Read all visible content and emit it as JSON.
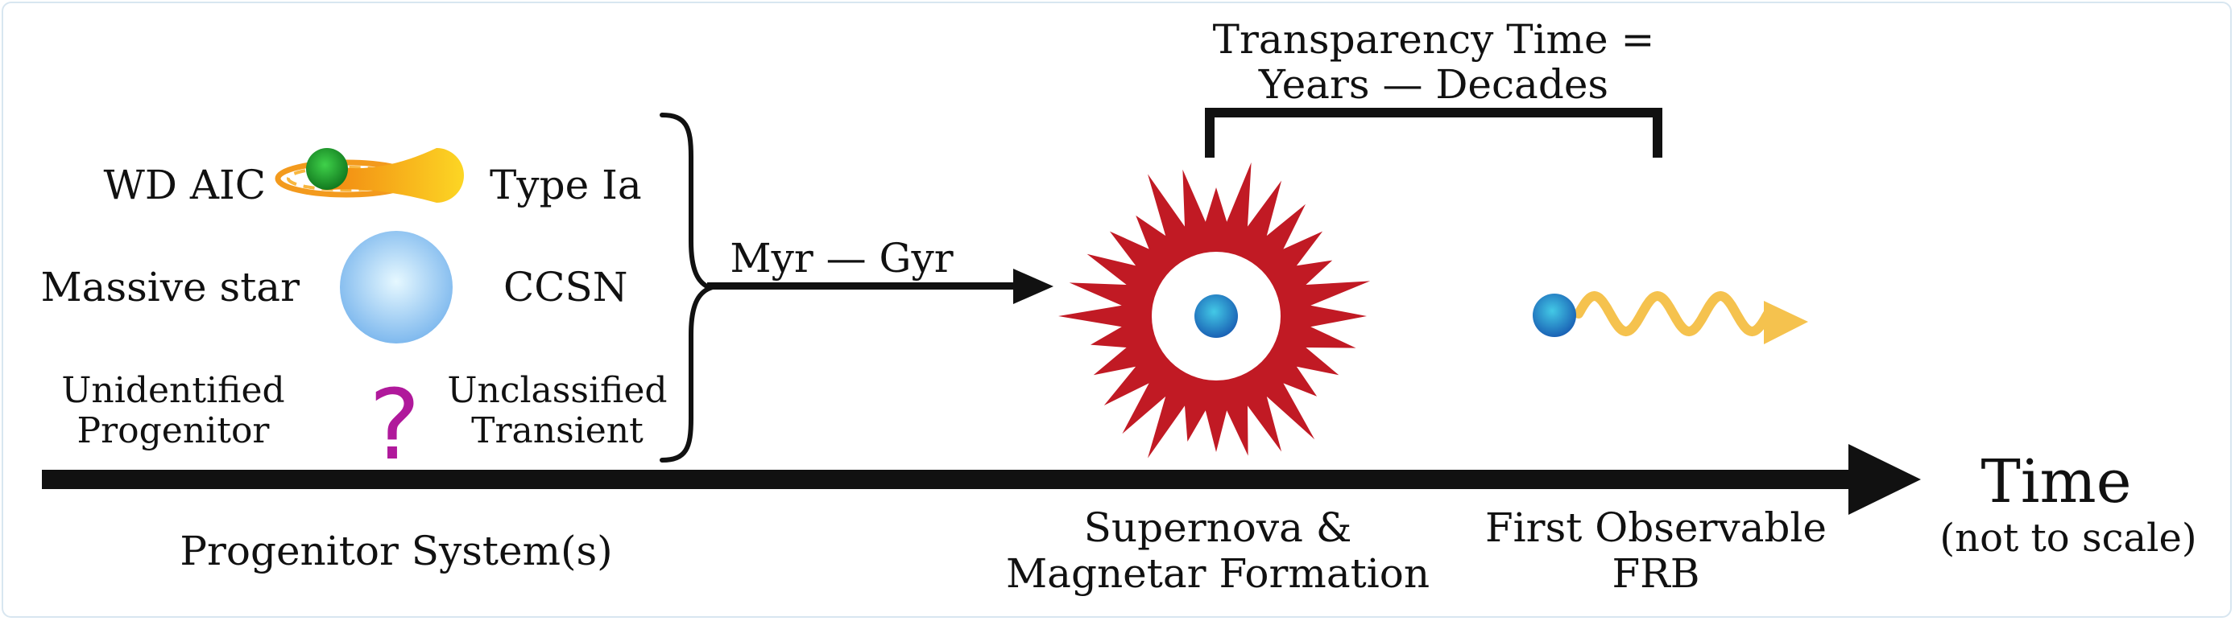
{
  "progenitors": {
    "row1_left": "WD AIC",
    "row1_right": "Type Ia",
    "row2_left": "Massive star",
    "row2_right": "CCSN",
    "row3_left_line1": "Unidentified",
    "row3_left_line2": "Progenitor",
    "row3_right_line1": "Unclassified",
    "row3_right_line2": "Transient",
    "question_mark": "?"
  },
  "delay_label": "Myr — Gyr",
  "transparency": {
    "line1": "Transparency Time =",
    "line2": "Years — Decades"
  },
  "timeline": {
    "label": "Time",
    "note": "(not to scale)"
  },
  "stages": {
    "progenitor": "Progenitor System(s)",
    "supernova_line1": "Supernova &",
    "supernova_line2": "Magnetar Formation",
    "frb_line1": "First Observable",
    "frb_line2": "FRB"
  },
  "colors": {
    "supernova": "#c11a24",
    "magnetar": "#1e7fc2",
    "wave": "#f5c24e",
    "donor_star": "#f8b617",
    "white_dwarf": "#1f9a2f",
    "massive_star": "#9fd2f5",
    "question": "#b0199b",
    "axis": "#111111"
  }
}
